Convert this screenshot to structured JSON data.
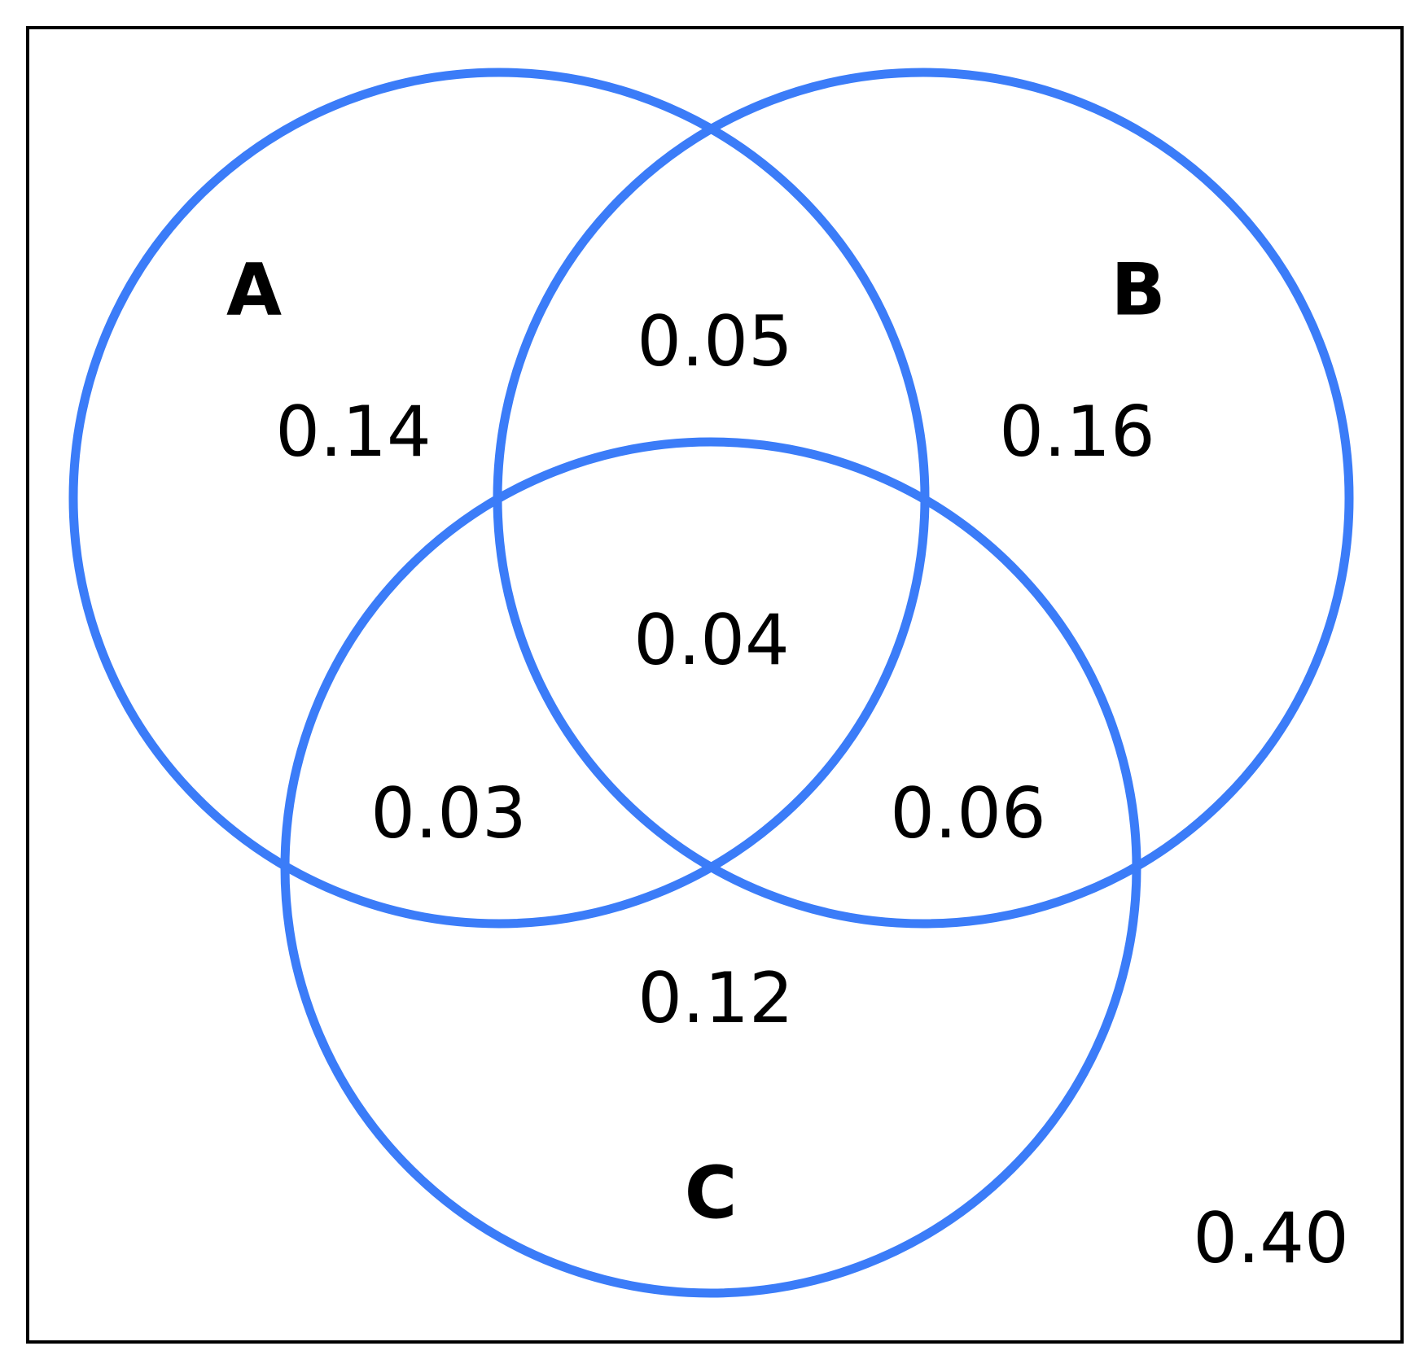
{
  "colors": {
    "circle_stroke": "#3b7cf8",
    "frame_stroke": "#000000",
    "text": "#000000",
    "background": "#ffffff"
  },
  "sets": {
    "a": {
      "label": "A"
    },
    "b": {
      "label": "B"
    },
    "c": {
      "label": "C"
    }
  },
  "regions": {
    "a_only": "0.14",
    "b_only": "0.16",
    "c_only": "0.12",
    "a_and_b_only": "0.05",
    "a_and_c_only": "0.03",
    "b_and_c_only": "0.06",
    "a_and_b_and_c": "0.04",
    "outside": "0.40"
  }
}
